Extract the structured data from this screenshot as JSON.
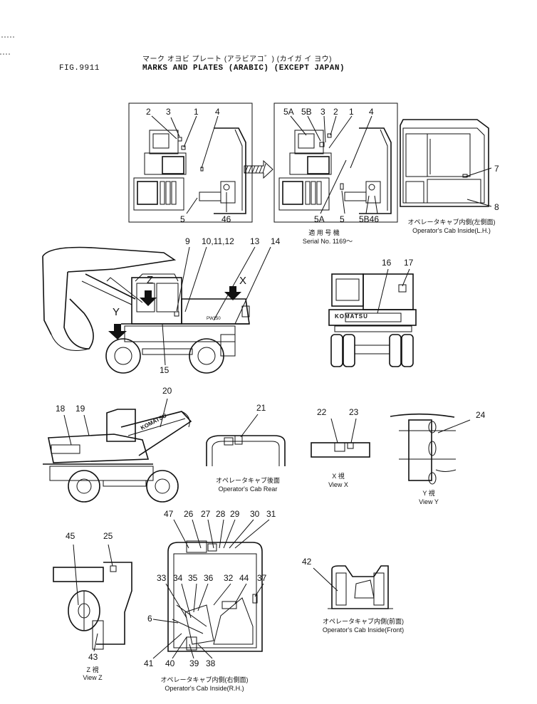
{
  "header": {
    "fig": "FIG.9911",
    "title_kana": "マーク オヨビ プレート (アラビアコ゛) (カイガ イ ヨウ)",
    "title": "MARKS AND PLATES (ARABIC) (EXCEPT JAPAN)"
  },
  "captions": {
    "serial_jp": "適 用 号 機",
    "serial": "Serial No. 1169～",
    "cab_lh_jp": "オペレータキャブ内側(左側面)",
    "cab_lh": "Operator's Cab Inside(L.H.)",
    "cab_rear_jp": "オペレータキャブ後面",
    "cab_rear": "Operator's Cab Rear",
    "view_x_jp": "X 視",
    "view_x": "View X",
    "view_y_jp": "Y 視",
    "view_y": "View Y",
    "view_z_jp": "Z 視",
    "view_z": "View Z",
    "cab_rh_jp": "オペレータキャブ内側(右側面)",
    "cab_rh": "Operator's Cab Inside(R.H.)",
    "cab_front_jp": "オペレータキャブ内側(前面)",
    "cab_front": "Operator's Cab Inside(Front)"
  },
  "view_letters": {
    "z": "Z",
    "x": "X",
    "y": "Y"
  },
  "callouts": {
    "c2a": "2",
    "c3a": "3",
    "c1a": "1",
    "c4a": "4",
    "c5a": "5",
    "c46a": "46",
    "c5A": "5A",
    "c5B": "5B",
    "c3b": "3",
    "c2b": "2",
    "c1b": "1",
    "c4b": "4",
    "c5Ab": "5A",
    "c5b": "5",
    "c5B46": "5B46",
    "c7": "7",
    "c8": "8",
    "c9": "9",
    "c101112": "10,11,12",
    "c13": "13",
    "c14": "14",
    "c15": "15",
    "c16": "16",
    "c17": "17",
    "c20": "20",
    "c18": "18",
    "c19": "19",
    "c21": "21",
    "c22": "22",
    "c23": "23",
    "c24": "24",
    "c47": "47",
    "c26": "26",
    "c27": "27",
    "c28": "28",
    "c29": "29",
    "c30": "30",
    "c31": "31",
    "c45": "45",
    "c25": "25",
    "c43": "43",
    "c33": "33",
    "c34": "34",
    "c35": "35",
    "c36": "36",
    "c32": "32",
    "c44": "44",
    "c37": "37",
    "c6": "6",
    "c41": "41",
    "c40": "40",
    "c39": "39",
    "c38": "38",
    "c42": "42"
  },
  "decals": {
    "komatsu": "KOMATSU",
    "model": "PW150"
  }
}
